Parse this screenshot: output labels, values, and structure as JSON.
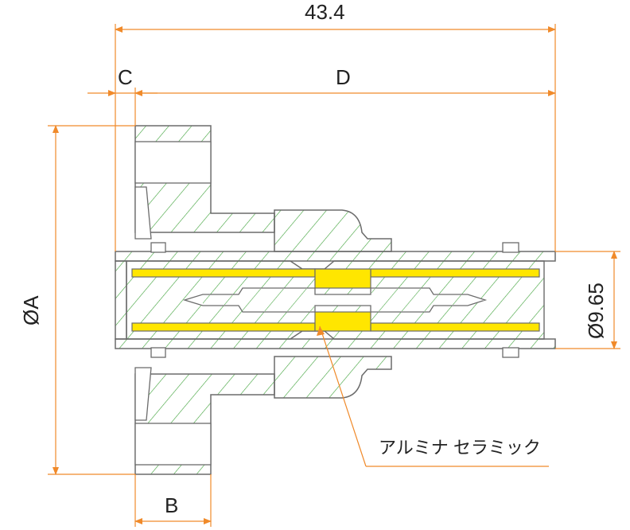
{
  "dimensions": {
    "overall": "43.4",
    "c": "C",
    "d": "D",
    "flange_dia": "ØA",
    "flange_thickness": "B",
    "tube_dia": "Ø9.65"
  },
  "callout": {
    "material": "アルミナ セラミック"
  },
  "colors": {
    "dimension_line": "#f08a2a",
    "outline": "#6b6b6b",
    "hatch": "#3aa035",
    "ceramic": "#ffe600"
  }
}
